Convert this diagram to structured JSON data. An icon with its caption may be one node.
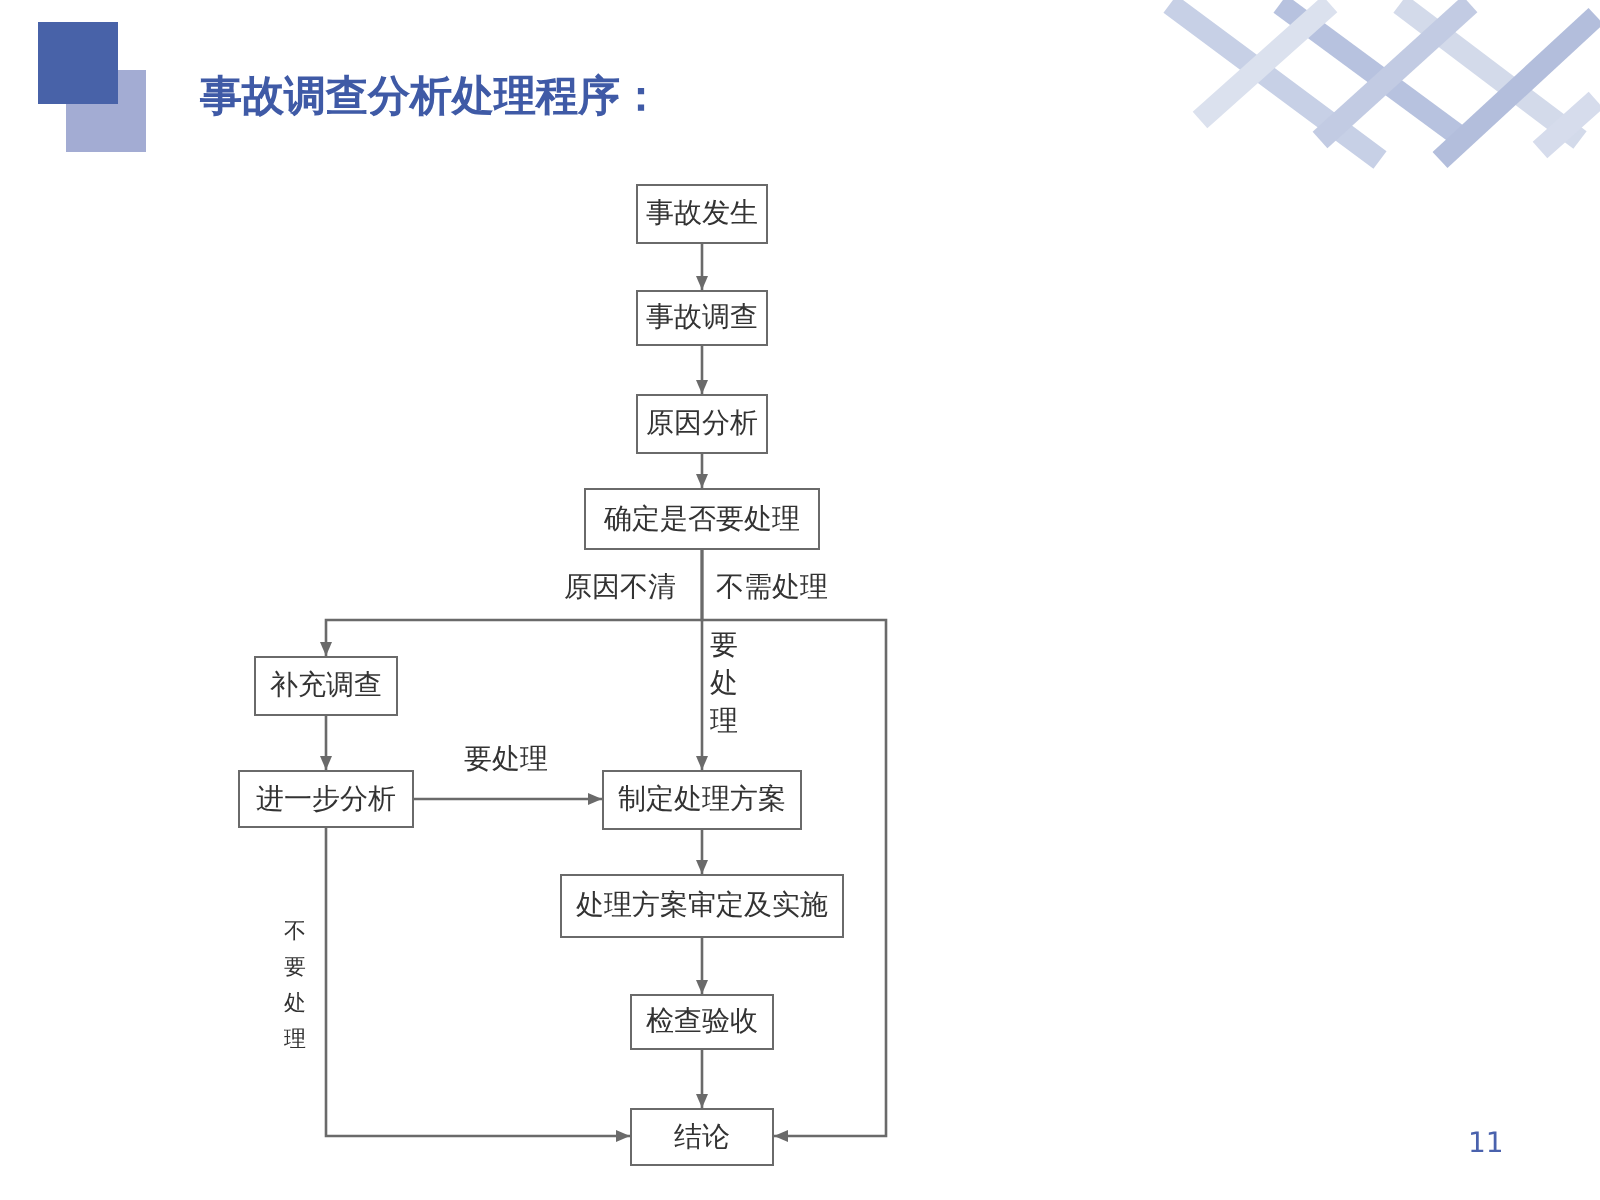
{
  "diagram": {
    "title": "事故调查分析处理程序：",
    "nodes": [
      {
        "text": [
          "事故发生"
        ]
      },
      {
        "text": [
          "事故调查"
        ]
      },
      {
        "text": [
          "原因分析"
        ]
      },
      {
        "text": [
          "确定是否要处理"
        ]
      },
      {
        "text": [
          "补充调查"
        ]
      },
      {
        "text": [
          "进一步分析"
        ]
      },
      {
        "text": [
          "制定处理方案"
        ]
      },
      {
        "text": [
          "处理方案审定及实施"
        ]
      },
      {
        "text": [
          "检查验收"
        ]
      },
      {
        "text": [
          "结论"
        ]
      }
    ],
    "edges": [
      {
        "from": 0,
        "to": 1,
        "arrow": "to"
      },
      {
        "from": 1,
        "to": 2,
        "arrow": "to"
      },
      {
        "from": 2,
        "to": 3,
        "arrow": "to"
      },
      {
        "from": 3,
        "to": 4,
        "arrow": "to",
        "label": "原因不清"
      },
      {
        "from": 3,
        "to": 6,
        "arrow": "to",
        "label": "要处理"
      },
      {
        "from": 3,
        "to": 9,
        "arrow": "to",
        "label": "不需处理"
      },
      {
        "from": 4,
        "to": 5,
        "arrow": "to"
      },
      {
        "from": 5,
        "to": 6,
        "arrow": "to",
        "label": "要处理"
      },
      {
        "from": 5,
        "to": 9,
        "arrow": "to",
        "label": "不要处理"
      },
      {
        "from": 6,
        "to": 7,
        "arrow": "to"
      },
      {
        "from": 7,
        "to": 8,
        "arrow": "to"
      },
      {
        "from": 8,
        "to": 9,
        "arrow": "to"
      }
    ],
    "labels": [
      "11"
    ]
  }
}
